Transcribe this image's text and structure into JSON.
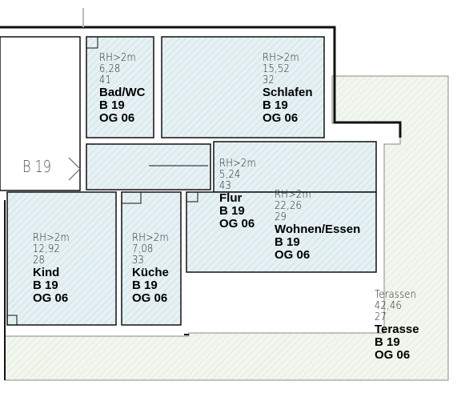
{
  "rooms": {
    "bad": {
      "height": "RH>2m",
      "area": "6,28",
      "number": "41",
      "name": "Bad/WC",
      "building": "B 19",
      "floor": "OG 06"
    },
    "schlafen": {
      "height": "RH>2m",
      "area": "15,52",
      "number": "32",
      "name": "Schlafen",
      "building": "B 19",
      "floor": "OG 06"
    },
    "flur": {
      "height": "RH>2m",
      "area": "5,24",
      "number": "43",
      "name": "Flur",
      "building": "B 19",
      "floor": "OG 06"
    },
    "wohnen": {
      "height": "RH>2m",
      "area": "22,26",
      "number": "29",
      "name": "Wohnen/Essen",
      "building": "B 19",
      "floor": "OG 06"
    },
    "kind": {
      "height": "RH>2m",
      "area": "12,92",
      "number": "28",
      "name": "Kind",
      "building": "B 19",
      "floor": "OG 06"
    },
    "kueche": {
      "height": "RH>2m",
      "area": "7,08",
      "number": "33",
      "name": "Küche",
      "building": "B 19",
      "floor": "OG 06"
    },
    "terasse": {
      "height": "Terassen",
      "area": "42,46",
      "number": "27",
      "name": "Terasse",
      "building": "B 19",
      "floor": "OG 06"
    }
  },
  "unit_label": "B 19",
  "colors": {
    "room_fill": "#e6f1f4",
    "terrace_fill": "#eef4ea",
    "hatch": "#b9d3da",
    "wall": "#111111"
  }
}
